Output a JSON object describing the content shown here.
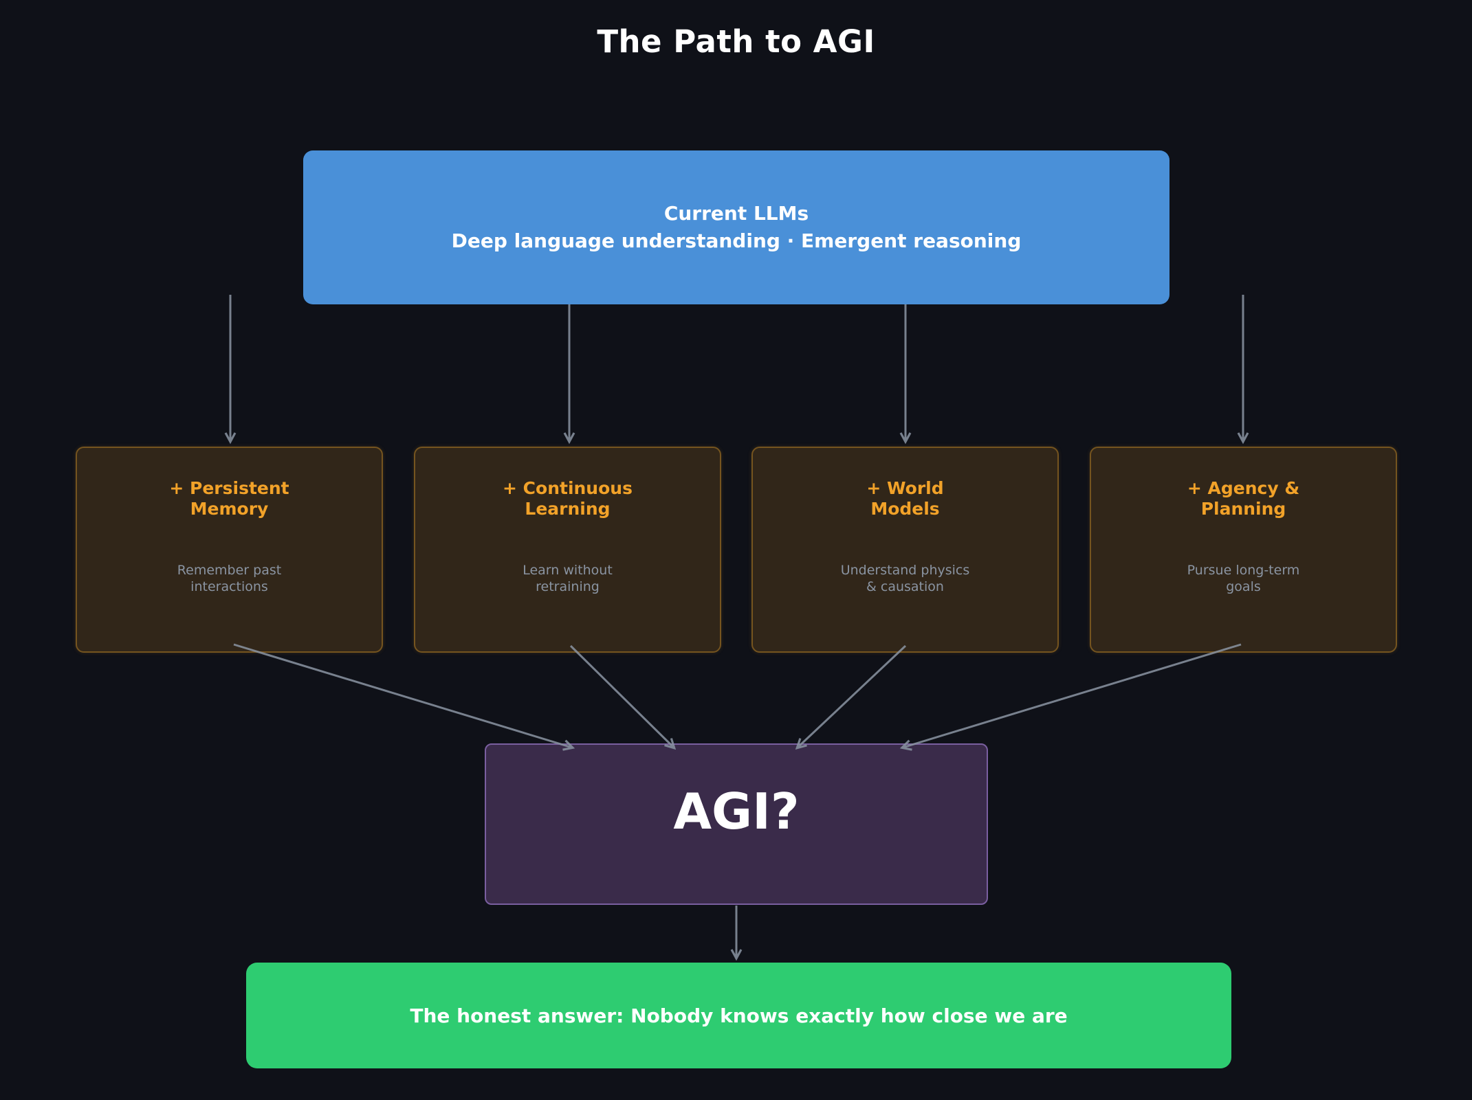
{
  "title": "The Path to AGI",
  "root_node": {
    "id": "current-llms",
    "title": "Current LLMs",
    "subtitle": "Deep language understanding · Emergent reasoning"
  },
  "capabilities": [
    {
      "id": "persistent-memory",
      "title": "+ Persistent\nMemory",
      "description": "Remember past\ninteractions"
    },
    {
      "id": "continuous-learning",
      "title": "+ Continuous\nLearning",
      "description": "Learn without\nretraining"
    },
    {
      "id": "world-models",
      "title": "+ World\nModels",
      "description": "Understand physics\n& causation"
    },
    {
      "id": "agency-planning",
      "title": "+ Agency &\nPlanning",
      "description": "Pursue long-term\ngoals"
    }
  ],
  "agi_node": {
    "id": "agi",
    "label": "AGI?"
  },
  "conclusion_node": {
    "id": "conclusion",
    "label": "The honest answer: Nobody knows exactly how close we are"
  },
  "edges": [
    {
      "from": "current-llms",
      "to": "persistent-memory"
    },
    {
      "from": "current-llms",
      "to": "continuous-learning"
    },
    {
      "from": "current-llms",
      "to": "world-models"
    },
    {
      "from": "current-llms",
      "to": "agency-planning"
    },
    {
      "from": "persistent-memory",
      "to": "agi"
    },
    {
      "from": "continuous-learning",
      "to": "agi"
    },
    {
      "from": "world-models",
      "to": "agi"
    },
    {
      "from": "agency-planning",
      "to": "agi"
    },
    {
      "from": "agi",
      "to": "conclusion"
    }
  ],
  "colors": {
    "background": "#0f1118",
    "root_fill": "#4a90d8",
    "capability_fill": "#312619",
    "capability_border": "#75541f",
    "capability_title_text": "#f2a229",
    "capability_desc_text": "#8a94a2",
    "agi_fill": "#3a2b4a",
    "agi_border": "#7a5fa0",
    "conclusion_fill": "#2ecc71",
    "arrow": "#8b95a3",
    "text_light": "#ffffff"
  }
}
